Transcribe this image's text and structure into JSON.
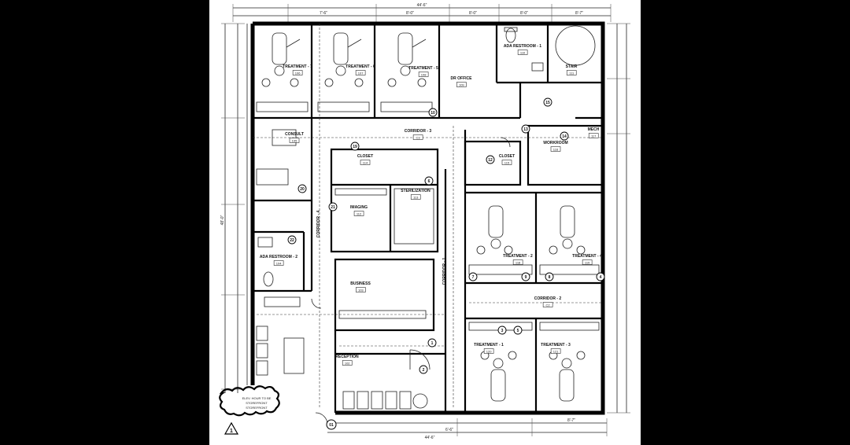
{
  "colors": {
    "background": "#000000",
    "sheet": "#ffffff",
    "ink": "#111111"
  },
  "rooms": [
    {
      "id": "treatment7",
      "name": "TREATMENT - 7",
      "number": "106"
    },
    {
      "id": "treatment6",
      "name": "TREATMENT - 6",
      "number": "107"
    },
    {
      "id": "treatment5",
      "name": "TREATMENT - 5",
      "number": "108"
    },
    {
      "id": "droffice",
      "name": "DR OFFICE",
      "number": "109"
    },
    {
      "id": "restroom1",
      "name": "ADA RESTROOM - 1",
      "number": "110"
    },
    {
      "id": "stair",
      "name": "STAIR",
      "number": "111"
    },
    {
      "id": "consult",
      "name": "CONSULT",
      "number": "105"
    },
    {
      "id": "corridor3",
      "name": "CORRIDOR - 3",
      "number": "C3"
    },
    {
      "id": "closet1",
      "name": "CLOSET",
      "number": "114"
    },
    {
      "id": "closet2",
      "name": "CLOSET",
      "number": "115"
    },
    {
      "id": "workroom",
      "name": "WORKROOM",
      "number": "116"
    },
    {
      "id": "mech",
      "name": "MECH",
      "number": "117"
    },
    {
      "id": "sterilization",
      "name": "STERILIZATION",
      "number": "113"
    },
    {
      "id": "imaging",
      "name": "IMAGING",
      "number": "112"
    },
    {
      "id": "corridor4",
      "name": "CORRIDOR - 4",
      "number": "C4"
    },
    {
      "id": "restroom2",
      "name": "ADA RESTROOM - 2",
      "number": "104"
    },
    {
      "id": "treatment2",
      "name": "TREATMENT - 2",
      "number": "118"
    },
    {
      "id": "treatment4",
      "name": "TREATMENT - 4",
      "number": "119"
    },
    {
      "id": "business",
      "name": "BUSINESS",
      "number": "103"
    },
    {
      "id": "corridor1",
      "name": "CORRIDOR - 1",
      "number": "C1"
    },
    {
      "id": "corridor2",
      "name": "CORRIDOR - 2",
      "number": "C2"
    },
    {
      "id": "treatment1",
      "name": "TREATMENT - 1",
      "number": "120"
    },
    {
      "id": "treatment3",
      "name": "TREATMENT - 3",
      "number": "121"
    },
    {
      "id": "reception",
      "name": "RECEPTION",
      "number": "102"
    }
  ],
  "dimensions": {
    "top": [
      "7'-6\"",
      "8'-0\"",
      "8'-0\"",
      "8'-0\"",
      "8'-7\""
    ],
    "top_overall": "44'-6\"",
    "left_overall": "48'-0\"",
    "bottom": [
      "6'-6\"",
      "8'-7\""
    ],
    "bottom_overall": "44'-6\""
  },
  "tags": {
    "corridor_keys": [
      "10",
      "12",
      "13",
      "14",
      "15",
      "19",
      "20",
      "21",
      "22",
      "6",
      "7",
      "8",
      "9",
      "4",
      "5",
      "3",
      "2",
      "1"
    ],
    "entry": "01"
  },
  "note_cloud": "ELEV. HOUR TO BE\nSTOREFRONT\nSTOREFRONT",
  "revision_mark": "1"
}
